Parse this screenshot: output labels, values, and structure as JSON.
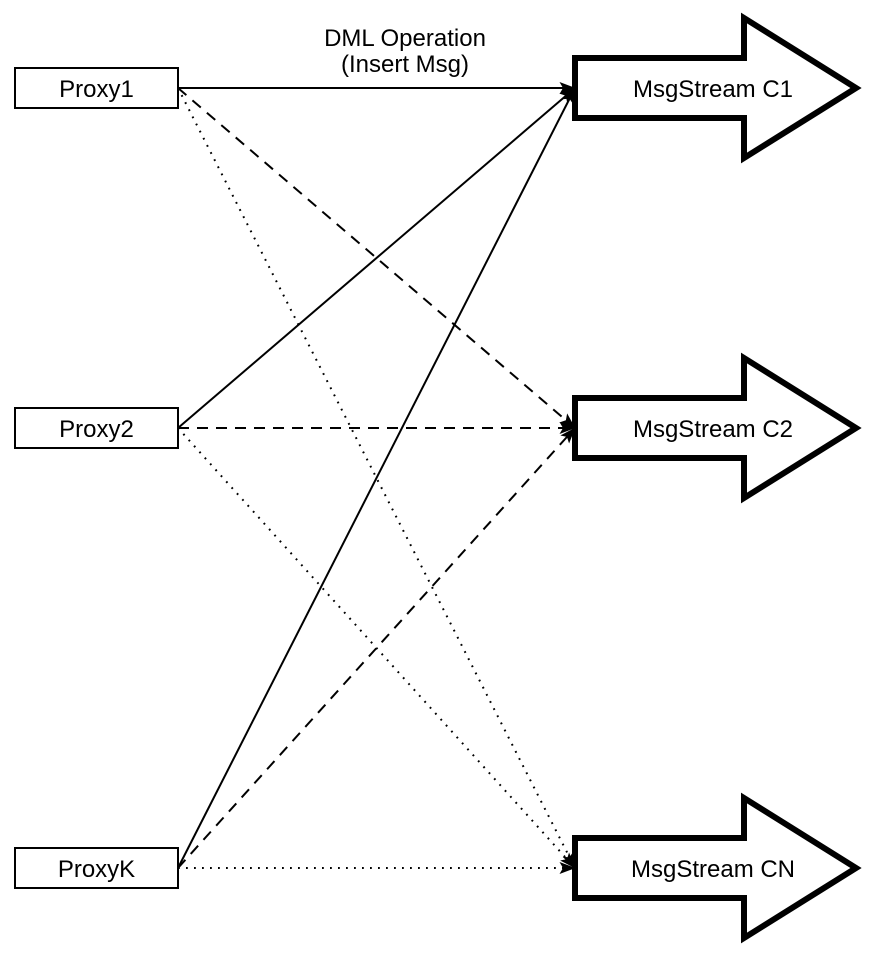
{
  "diagram": {
    "colors": {
      "ink": "#000000",
      "paper": "#ffffff"
    },
    "edge_label": {
      "line1": "DML Operation",
      "line2": "(Insert Msg)"
    },
    "proxies": [
      {
        "id": "proxy1",
        "label": "Proxy1"
      },
      {
        "id": "proxy2",
        "label": "Proxy2"
      },
      {
        "id": "proxyk",
        "label": "ProxyK"
      }
    ],
    "streams": [
      {
        "id": "c1",
        "label": "MsgStream C1"
      },
      {
        "id": "c2",
        "label": "MsgStream C2"
      },
      {
        "id": "cn",
        "label": "MsgStream CN"
      }
    ],
    "edges": [
      {
        "from": "proxy1",
        "to": "c1",
        "style": "solid"
      },
      {
        "from": "proxy1",
        "to": "c2",
        "style": "dashed"
      },
      {
        "from": "proxy1",
        "to": "cn",
        "style": "dotted"
      },
      {
        "from": "proxy2",
        "to": "c1",
        "style": "solid"
      },
      {
        "from": "proxy2",
        "to": "c2",
        "style": "dashed"
      },
      {
        "from": "proxy2",
        "to": "cn",
        "style": "dotted"
      },
      {
        "from": "proxyk",
        "to": "c1",
        "style": "solid"
      },
      {
        "from": "proxyk",
        "to": "c2",
        "style": "dashed"
      },
      {
        "from": "proxyk",
        "to": "cn",
        "style": "dotted"
      }
    ]
  }
}
